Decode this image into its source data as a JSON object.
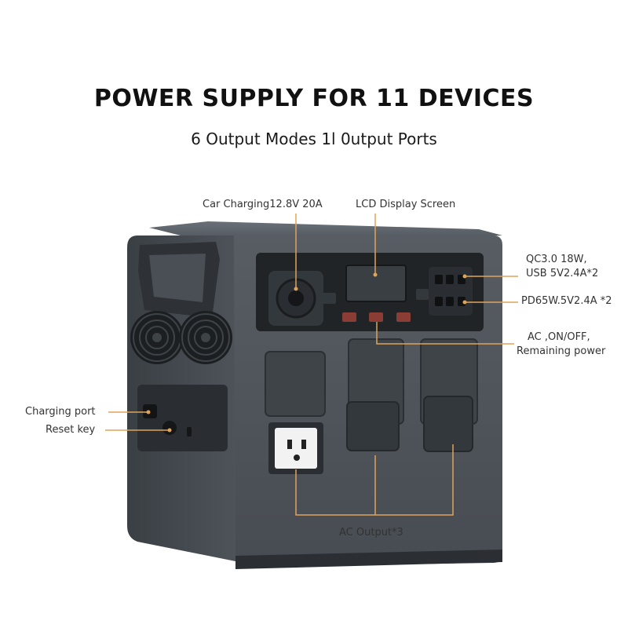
{
  "headline": "POWER SUPPLY FOR 11 DEVICES",
  "subline": "6 Output Modes 1l 0utput Ports",
  "callouts": {
    "car_charging": "Car Charging12.8V 20A",
    "lcd": "LCD Display Screen",
    "qc_line1": "QC3.0 18W,",
    "qc_line2": "USB 5V2.4A*2",
    "pd": "PD65W.5V2.4A *2",
    "ac_line1": "AC ,ON/OFF,",
    "ac_line2": "Remaining power",
    "charging_port": "Charging port",
    "reset_key": "Reset key",
    "ac_output": "AC Output*3"
  },
  "colors": {
    "leader": "#e0a35a",
    "body": "#4f555b",
    "body_dark": "#2b2f33",
    "panel": "#202427",
    "lcd": "#3a3f44"
  },
  "icons": [
    "fan-icon",
    "car-socket-icon",
    "usb-port-icon",
    "ac-socket-icon"
  ]
}
